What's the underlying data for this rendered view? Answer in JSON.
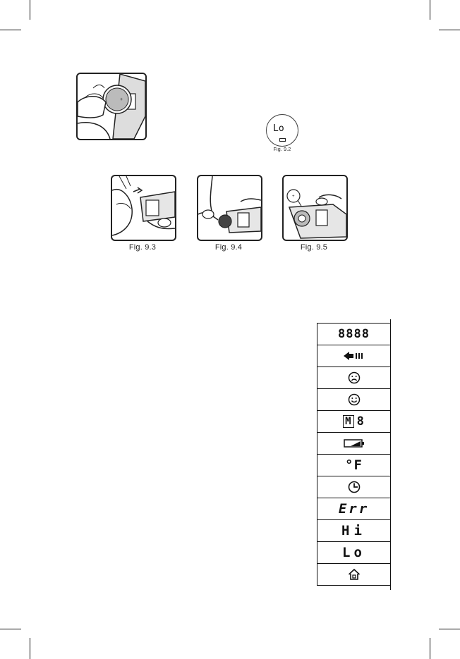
{
  "figures": {
    "fig_9_2": {
      "caption": "Fig. 9.2",
      "display": "Lo"
    },
    "fig_9_3": {
      "caption": "Fig. 9.3"
    },
    "fig_9_4": {
      "caption": "Fig. 9.4"
    },
    "fig_9_5": {
      "caption": "Fig. 9.5"
    }
  },
  "symbol_table": {
    "rows": [
      {
        "icon": "digits-8888-icon",
        "text": "8888"
      },
      {
        "icon": "arrow-left-bars-icon"
      },
      {
        "icon": "sad-face-icon"
      },
      {
        "icon": "smiley-face-icon"
      },
      {
        "icon": "memory-icon",
        "text": "M",
        "text2": "8"
      },
      {
        "icon": "battery-low-icon"
      },
      {
        "icon": "fahrenheit-icon",
        "text": "°F"
      },
      {
        "icon": "clock-icon"
      },
      {
        "icon": "error-icon",
        "text": "Err"
      },
      {
        "icon": "high-icon",
        "text": "Hi"
      },
      {
        "icon": "low-icon",
        "text": "Lo"
      },
      {
        "icon": "house-icon"
      }
    ]
  }
}
